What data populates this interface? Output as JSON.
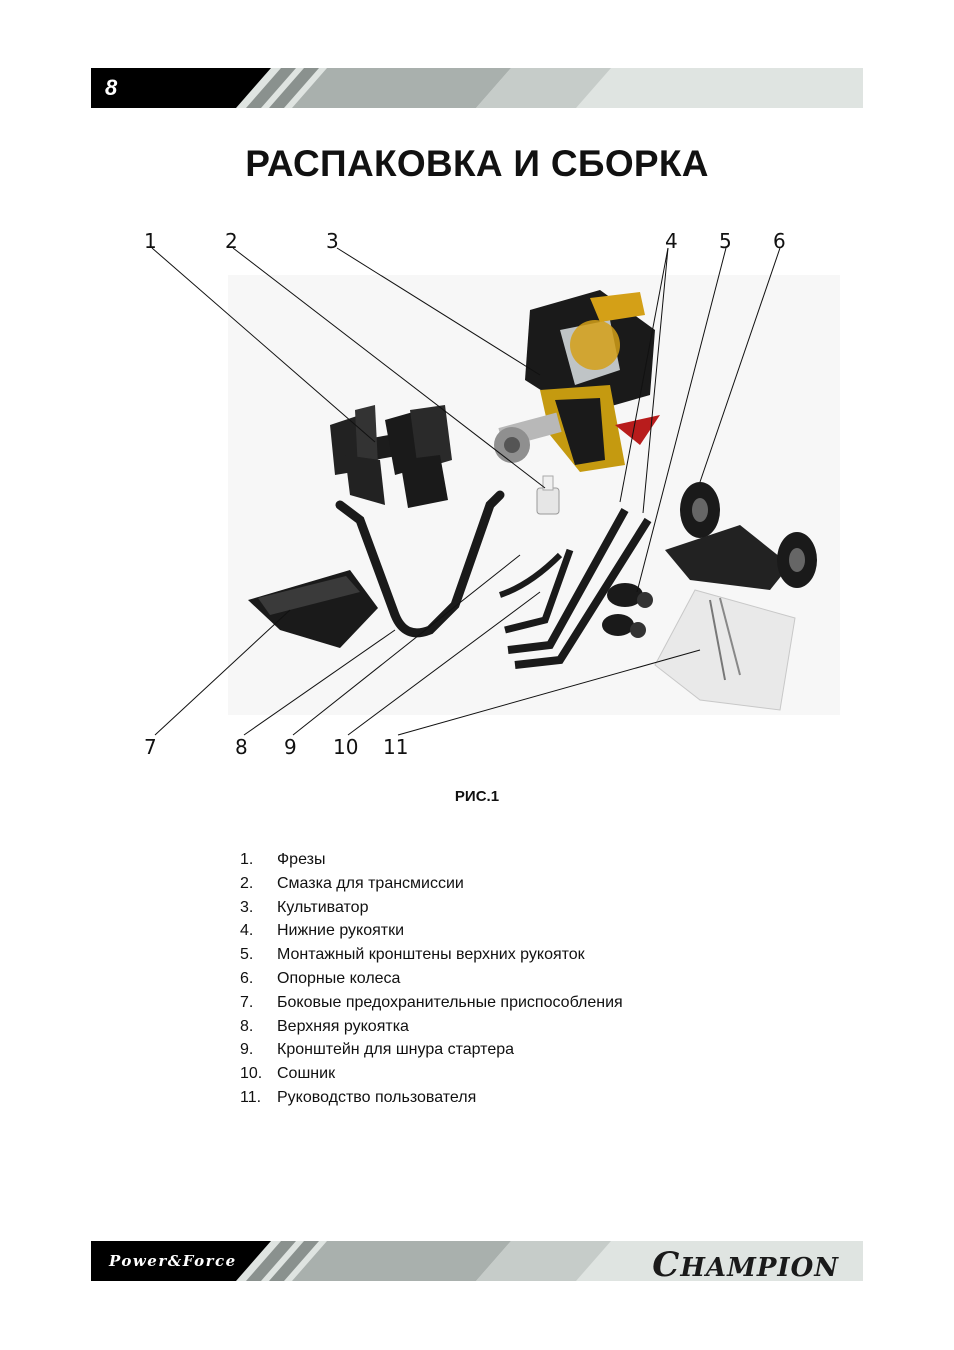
{
  "header": {
    "page_number": "8"
  },
  "title": "РАСПАКОВКА И СБОРКА",
  "figure": {
    "callouts": [
      "1",
      "2",
      "3",
      "4",
      "5",
      "6",
      "7",
      "8",
      "9",
      "10",
      "11"
    ],
    "caption": "РИС.1"
  },
  "parts_list": [
    {
      "num": "1.",
      "text": "Фрезы"
    },
    {
      "num": "2.",
      "text": "Смазка для трансмиссии"
    },
    {
      "num": "3.",
      "text": "Культиватор"
    },
    {
      "num": "4.",
      "text": "Нижние рукоятки"
    },
    {
      "num": "5.",
      "text": "Монтажный кронштены верхних рукояток"
    },
    {
      "num": "6.",
      "text": "Опорные колеса"
    },
    {
      "num": "7.",
      "text": "Боковые предохранительные приспособления"
    },
    {
      "num": "8.",
      "text": "Верхняя рукоятка"
    },
    {
      "num": "9.",
      "text": "Кронштейн для шнура стартера"
    },
    {
      "num": "10.",
      "text": "Сошник"
    },
    {
      "num": "11.",
      "text": "Руководство пользователя"
    }
  ],
  "footer": {
    "left_logo": "Power&Force",
    "right_logo_cap": "C",
    "right_logo_rest": "HAMPION"
  }
}
